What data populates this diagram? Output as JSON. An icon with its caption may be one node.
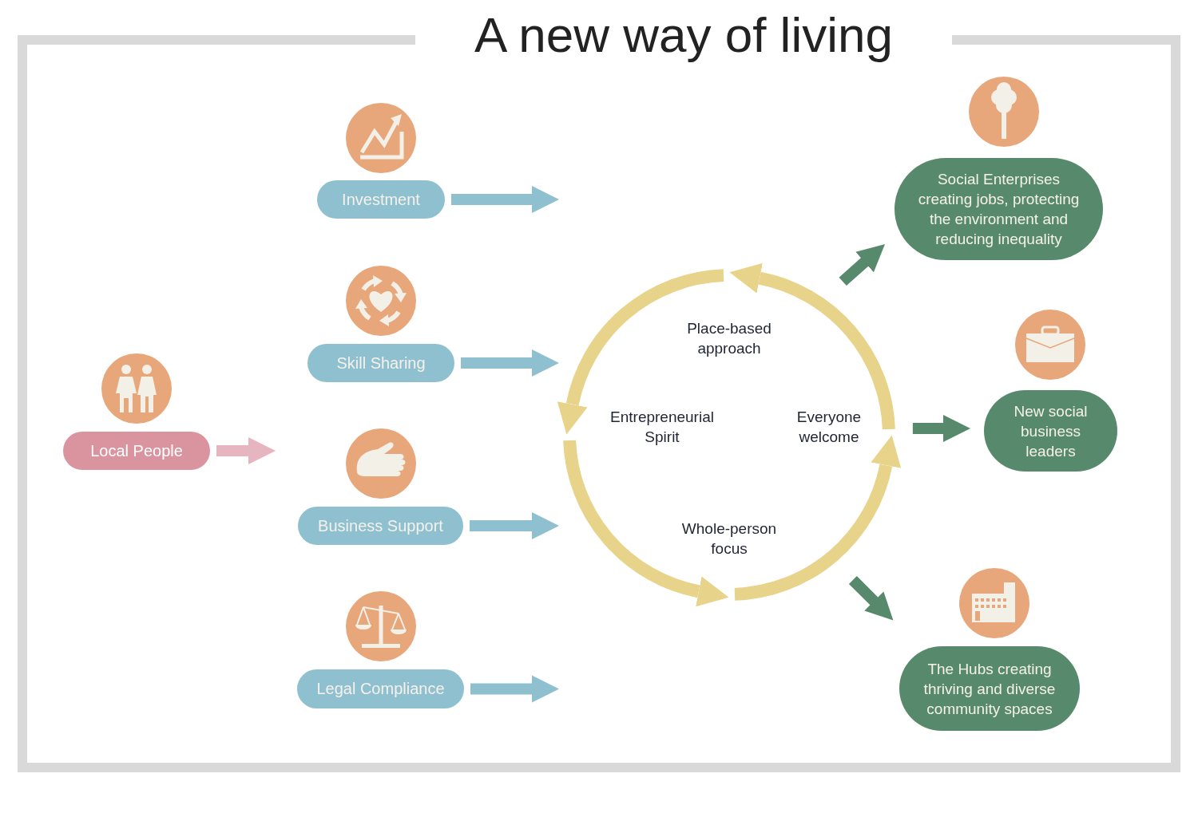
{
  "diagram": {
    "title": "A new way of living",
    "nodes": [
      {
        "text": [
          "Investment"
        ]
      },
      {
        "text": [
          "Skill Sharing"
        ]
      },
      {
        "text": [
          "Local People"
        ]
      },
      {
        "text": [
          "Business Support"
        ]
      },
      {
        "text": [
          "Legal Compliance"
        ]
      },
      {
        "text": [
          "Place-based approach",
          "Entrepreneurial Spirit",
          "Everyone welcome",
          "Whole-person focus"
        ]
      },
      {
        "text": [
          "Social Enterprises creating jobs, protecting the environment and reducing inequality"
        ]
      },
      {
        "text": [
          "New social business leaders"
        ]
      },
      {
        "text": [
          "The Hubs creating thriving and diverse community spaces"
        ]
      }
    ],
    "edges": [
      {
        "from": 2,
        "to": null,
        "arrow": "to",
        "color": "#e6b5c0"
      },
      {
        "from": 0,
        "to": null,
        "arrow": "to"
      },
      {
        "from": 1,
        "to": 5,
        "arrow": "to"
      },
      {
        "from": 3,
        "to": 5,
        "arrow": "to"
      },
      {
        "from": 4,
        "to": null,
        "arrow": "to"
      },
      {
        "from": 5,
        "to": 6,
        "arrow": "to",
        "color": "#578a6d"
      },
      {
        "from": 5,
        "to": 7,
        "arrow": "to",
        "color": "#578a6d"
      },
      {
        "from": 5,
        "to": 8,
        "arrow": "to",
        "color": "#578a6d"
      }
    ]
  }
}
